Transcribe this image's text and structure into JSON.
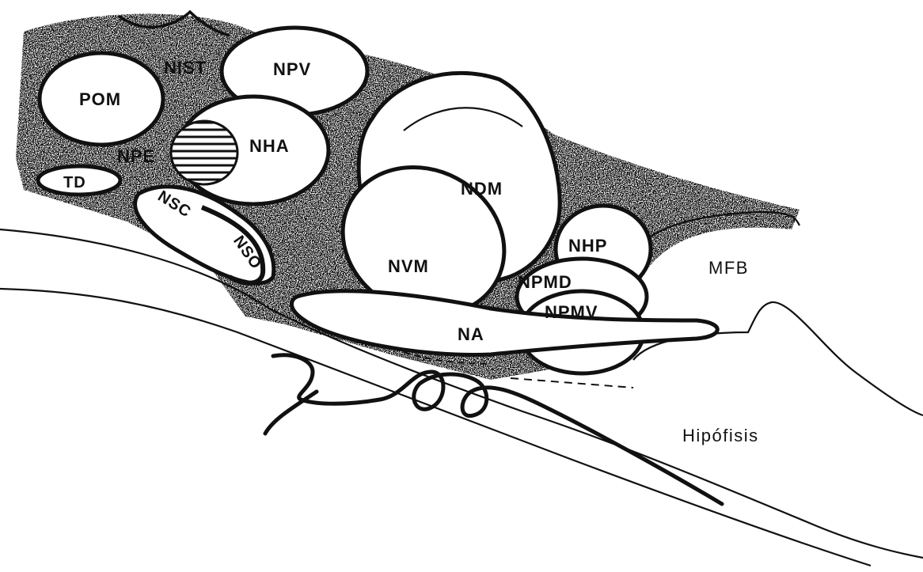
{
  "labels": {
    "nist": "NIST",
    "npv": "NPV",
    "pom": "POM",
    "nha": "NHA",
    "npe": "NPE",
    "td": "TD",
    "nsc": "NSC",
    "nso": "NSO",
    "ndm": "NDM",
    "nvm": "NVM",
    "nhp": "NHP",
    "npmd": "NPMD",
    "npmv": "NPMV",
    "na": "NA",
    "mfb": "MFB",
    "hipofisis": "Hipófisis"
  },
  "colors": {
    "ink": "#111111",
    "paper": "#ffffff"
  }
}
